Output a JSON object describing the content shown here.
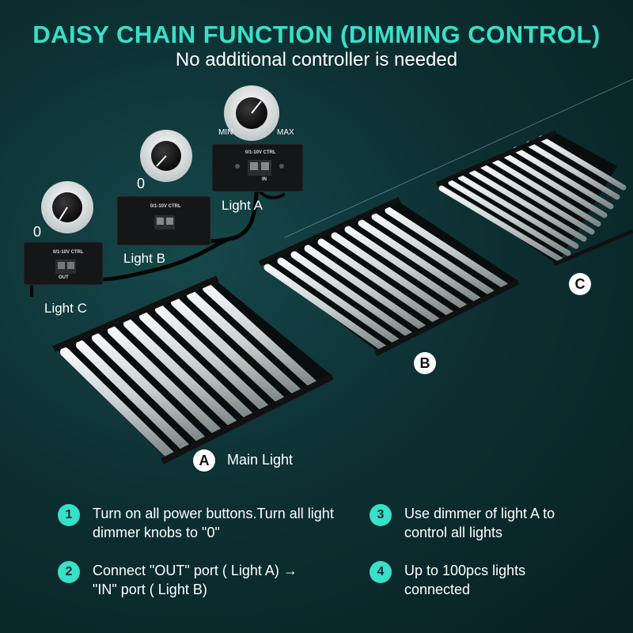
{
  "header": {
    "title": "DAISY CHAIN FUNCTION (DIMMING CONTROL)",
    "subtitle": "No additional controller is needed"
  },
  "dimmers": {
    "min_label": "MIN",
    "max_label": "MAX",
    "zero_b": "0",
    "zero_c": "0"
  },
  "control_boxes": {
    "ctrl_label": "0/1-10V CTRL",
    "out_label": "OUT",
    "in_label": "IN"
  },
  "lights": {
    "a": "Light A",
    "b": "Light B",
    "c": "Light C"
  },
  "fixtures": {
    "a_badge": "A",
    "a_label": "Main Light",
    "b_badge": "B",
    "c_badge": "C"
  },
  "steps": [
    {
      "num": "1",
      "text": "Turn on all power buttons.Turn all light dimmer knobs to \"0\""
    },
    {
      "num": "2",
      "text": "Connect \"OUT\" port ( Light A) → \"IN\" port ( Light B)"
    },
    {
      "num": "3",
      "text": "Use dimmer of light A to control all lights"
    },
    {
      "num": "4",
      "text": "Up to 100pcs lights connected"
    }
  ],
  "colors": {
    "accent": "#39e0c8",
    "background": "#0d3033"
  }
}
